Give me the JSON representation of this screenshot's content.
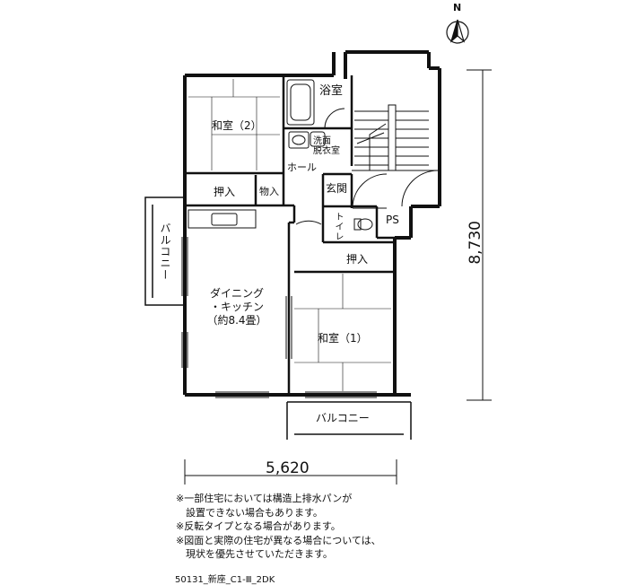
{
  "rooms": {
    "washitsu2": "和室（2）",
    "yokushitsu": "浴室",
    "senmen1": "洗面",
    "senmen2": "脱衣室",
    "hall": "ホール",
    "oshiire_top": "押入",
    "monoire": "物入",
    "genkan": "玄関",
    "toilet": "トイレ",
    "ps": "PS",
    "oshiire_mid": "押入",
    "dk1": "ダイニング",
    "dk2": "・キッチン",
    "dk3": "（約8.4畳）",
    "washitsu1": "和室（1）",
    "balcony_left": "バルコニー",
    "balcony_bottom": "バルコニー"
  },
  "dimensions": {
    "width": "5,620",
    "depth": "8,730"
  },
  "compass": "N",
  "notes": [
    "※一部住宅においては構造上排水パンが",
    "　設置できない場合もあります。",
    "※反転タイプとなる場合があります。",
    "※図面と実際の住宅が異なる場合については、",
    "　現状を優先させていただきます。"
  ],
  "code": "50131_新座_C1-Ⅲ_2DK"
}
